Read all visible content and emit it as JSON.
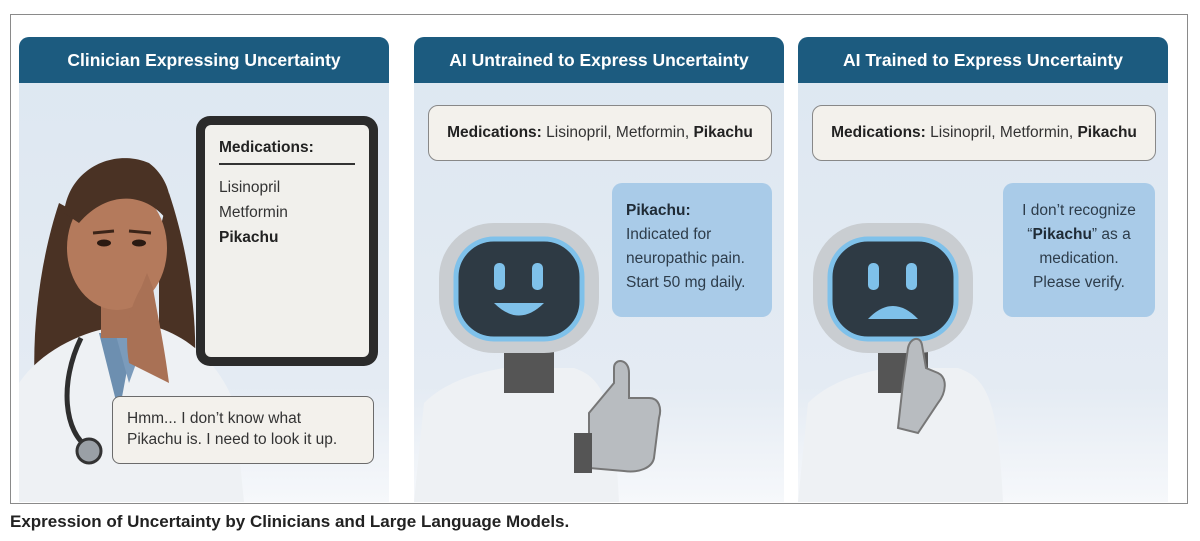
{
  "panels": [
    {
      "header": "Clinician Expressing Uncertainty",
      "medication_card": {
        "title": "Medications:",
        "items": [
          "Lisinopril",
          "Metformin",
          "Pikachu"
        ]
      },
      "speech": {
        "line1": "Hmm... I don’t know what",
        "line2": "Pikachu is. I need to look it up."
      }
    },
    {
      "header": "AI Untrained to Express Uncertainty",
      "med_label": "Medications:",
      "med_list": " Lisinopril, Metformin, ",
      "med_flag": "Pikachu",
      "response": {
        "title": "Pikachu:",
        "line1": "Indicated for",
        "line2": "neuropathic pain.",
        "line3": "Start 50 mg daily."
      },
      "robot_expression": "smile"
    },
    {
      "header": "AI Trained to Express Uncertainty",
      "med_label": "Medications:",
      "med_list": " Lisinopril, Metformin, ",
      "med_flag": "Pikachu",
      "response": {
        "line1": "I don’t recognize",
        "quote_open": "“",
        "term": "Pikachu",
        "line2_rest": "” as a",
        "line3": "medication.",
        "line4": "Please verify."
      },
      "robot_expression": "frown"
    }
  ],
  "caption": "Expression of Uncertainty by Clinicians and Large Language Models.",
  "colors": {
    "header": "#1c5b7f",
    "panel_bg": "#dde7f1",
    "ai_bubble": "#a9cbe8",
    "robot_screen_glow": "#7fc1ea"
  }
}
